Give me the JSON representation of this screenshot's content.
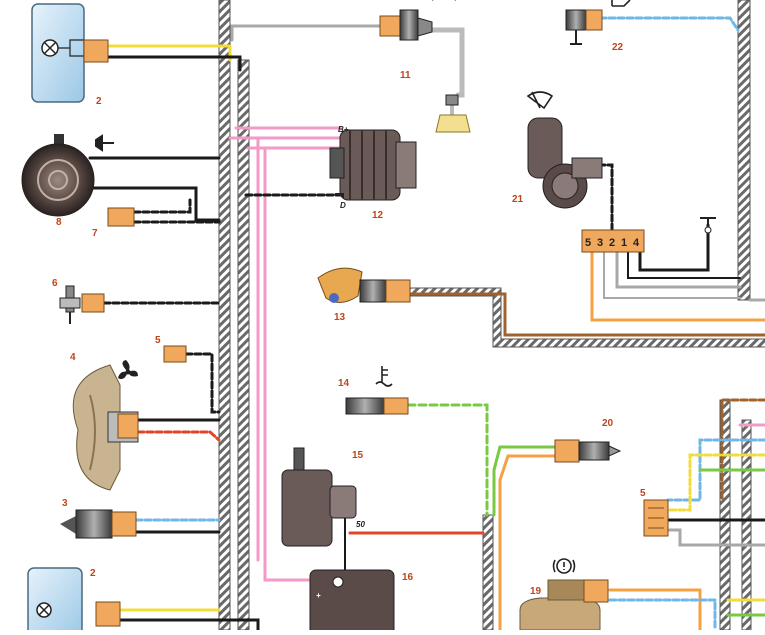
{
  "labels": {
    "headlight_left_top": "2",
    "headlight_left_bottom": "2",
    "socket_b": "3",
    "fan_motor": "4",
    "connector_5_left": "5",
    "connector_5_right": "5",
    "sensor_6": "6",
    "connector_7": "7",
    "horn": "8",
    "sensor_11": "11",
    "generator": "12",
    "lamp_13": "13",
    "temp_sender": "14",
    "starter": "15",
    "battery": "16",
    "washer_reservoir": "19",
    "temp_sensor_20": "20",
    "wiper_motor": "21",
    "sensor_22": "22"
  },
  "terminals": {
    "gen_b_plus": "B+",
    "gen_d": "D",
    "starter_50": "50",
    "battery_plus": "+"
  },
  "wiper_pins": [
    "5",
    "3",
    "2",
    "1",
    "4"
  ],
  "icons": [
    "horn-icon",
    "fan-icon",
    "coolant-temperature-icon",
    "wiper-icon",
    "brake-warning-icon",
    "oil-can-icon"
  ],
  "colors": {
    "yellow": "#f2dc3a",
    "black": "#1a1a1a",
    "pink": "#f39ac8",
    "green": "#7ac943",
    "orange": "#f5a142",
    "red": "#e0452a",
    "blue": "#6fb7e6",
    "brown": "#a0622d",
    "grey": "#a8a8a8",
    "connector": "#f0a85c"
  }
}
